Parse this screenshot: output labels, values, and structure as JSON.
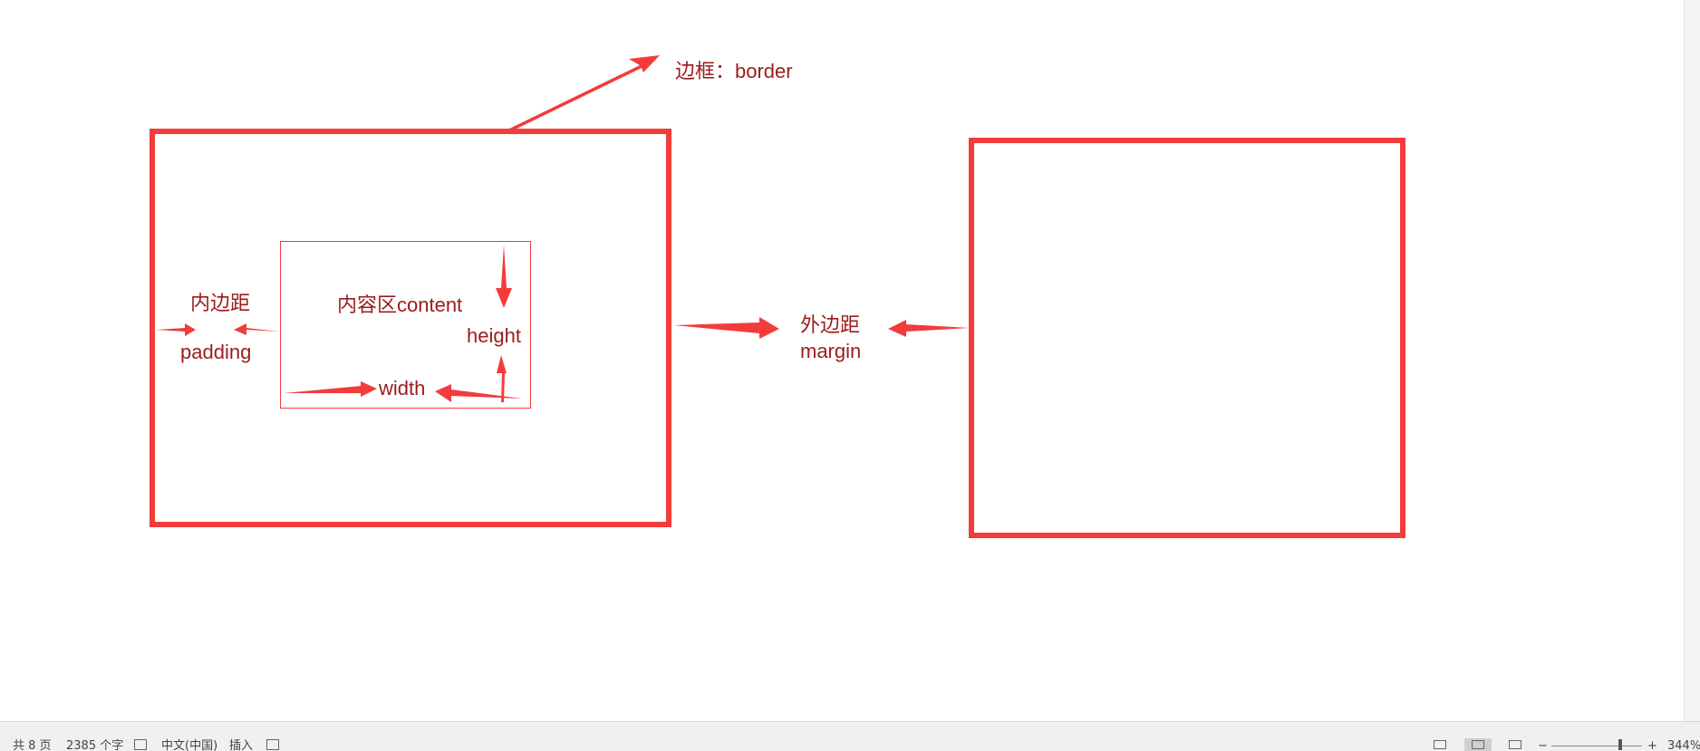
{
  "diagram": {
    "border_label": "边框：border",
    "padding_label_cn": "内边距",
    "padding_label_en": "padding",
    "content_label": "内容区content",
    "height_label": "height",
    "width_label": "width",
    "margin_label_cn": "外边距",
    "margin_label_en": "margin"
  },
  "colors": {
    "accent_red": "#f23c3c",
    "label_text": "#9b1c1c"
  },
  "statusbar": {
    "page_count": "共 8 页",
    "word_count": "2385 个字",
    "language": "中文(中国)",
    "mode": "插入",
    "zoom": "344%",
    "zoom_minus": "−",
    "zoom_plus": "+",
    "icons": [
      "proofing-icon",
      "macro-icon",
      "read-mode-icon",
      "print-layout-icon",
      "web-layout-icon"
    ]
  }
}
